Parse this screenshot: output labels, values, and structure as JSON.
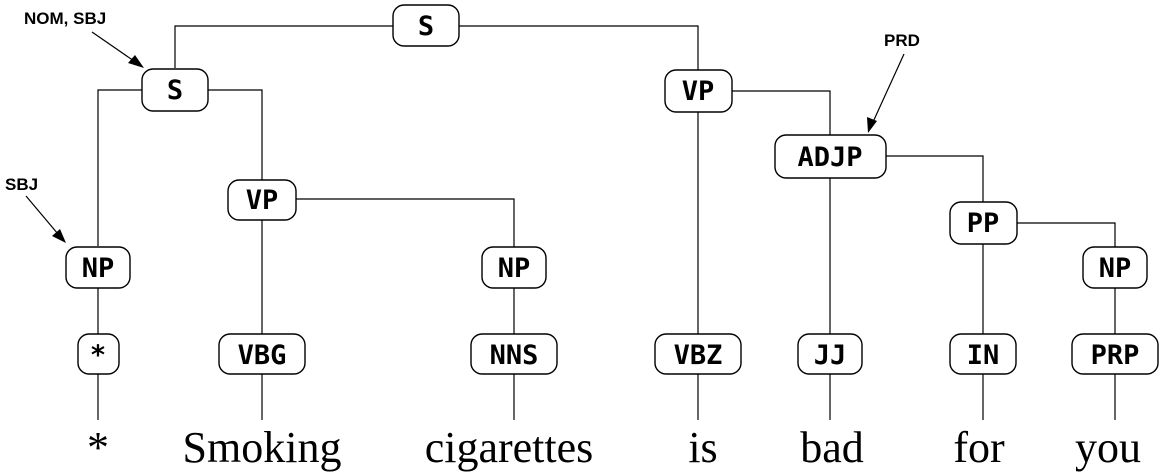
{
  "tree": {
    "nodes": {
      "s_root": "S",
      "s_sub": "S",
      "np_subj": "NP",
      "star_tag": "*",
      "vp_smoking": "VP",
      "vbg": "VBG",
      "np_obj": "NP",
      "nns": "NNS",
      "vp_main": "VP",
      "vbz": "VBZ",
      "adjp": "ADJP",
      "jj": "JJ",
      "pp": "PP",
      "in": "IN",
      "np_you": "NP",
      "prp": "PRP"
    },
    "words": [
      "*",
      "Smoking",
      "cigarettes",
      "is",
      "bad",
      "for",
      "you"
    ],
    "function_labels": {
      "nom_sbj": "NOM, SBJ",
      "sbj": "SBJ",
      "prd": "PRD"
    }
  }
}
